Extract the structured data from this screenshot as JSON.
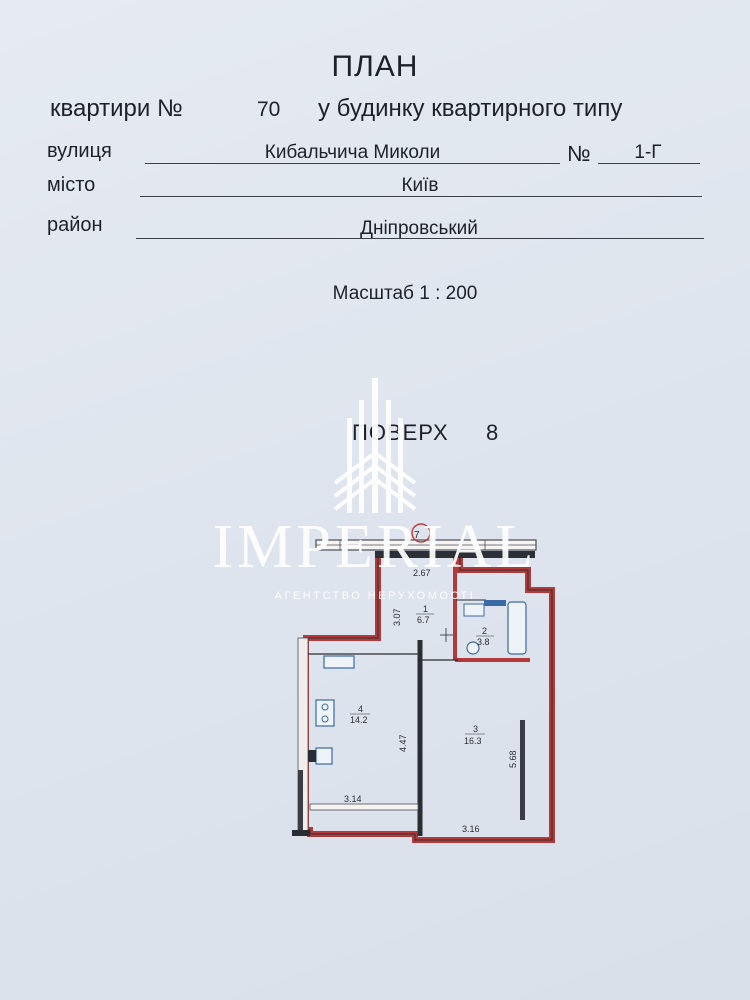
{
  "header": {
    "title": "ПЛАН",
    "apartment_label": "квартири №",
    "apartment_number": "70",
    "building_type": "у будинку квартирного типу"
  },
  "address": {
    "street_label": "вулиця",
    "street_value": "Кибальчича Миколи",
    "number_label": "№",
    "number_value": "1-Г",
    "city_label": "місто",
    "city_value": "Київ",
    "district_label": "район",
    "district_value": "Дніпровський"
  },
  "scale": "Масштаб 1 : 200",
  "floor": {
    "label": "ПОВЕРХ",
    "value": "8"
  },
  "plan": {
    "marker": "7",
    "balcony_width": "2.67",
    "dim_hall_height": "3.07",
    "dim_kitchen_height": "4.47",
    "dim_kitchen_width": "3.14",
    "dim_room_height": "5.68",
    "dim_room_width": "3.16",
    "rooms": [
      {
        "number": "1",
        "area": "6.7"
      },
      {
        "number": "2",
        "area": "3.8"
      },
      {
        "number": "3",
        "area": "16.3"
      },
      {
        "number": "4",
        "area": "14.2"
      }
    ]
  },
  "watermark": {
    "name": "IMPERIAL",
    "tagline": "АГЕНТСТВО НЕРУХОМОСТІ"
  }
}
